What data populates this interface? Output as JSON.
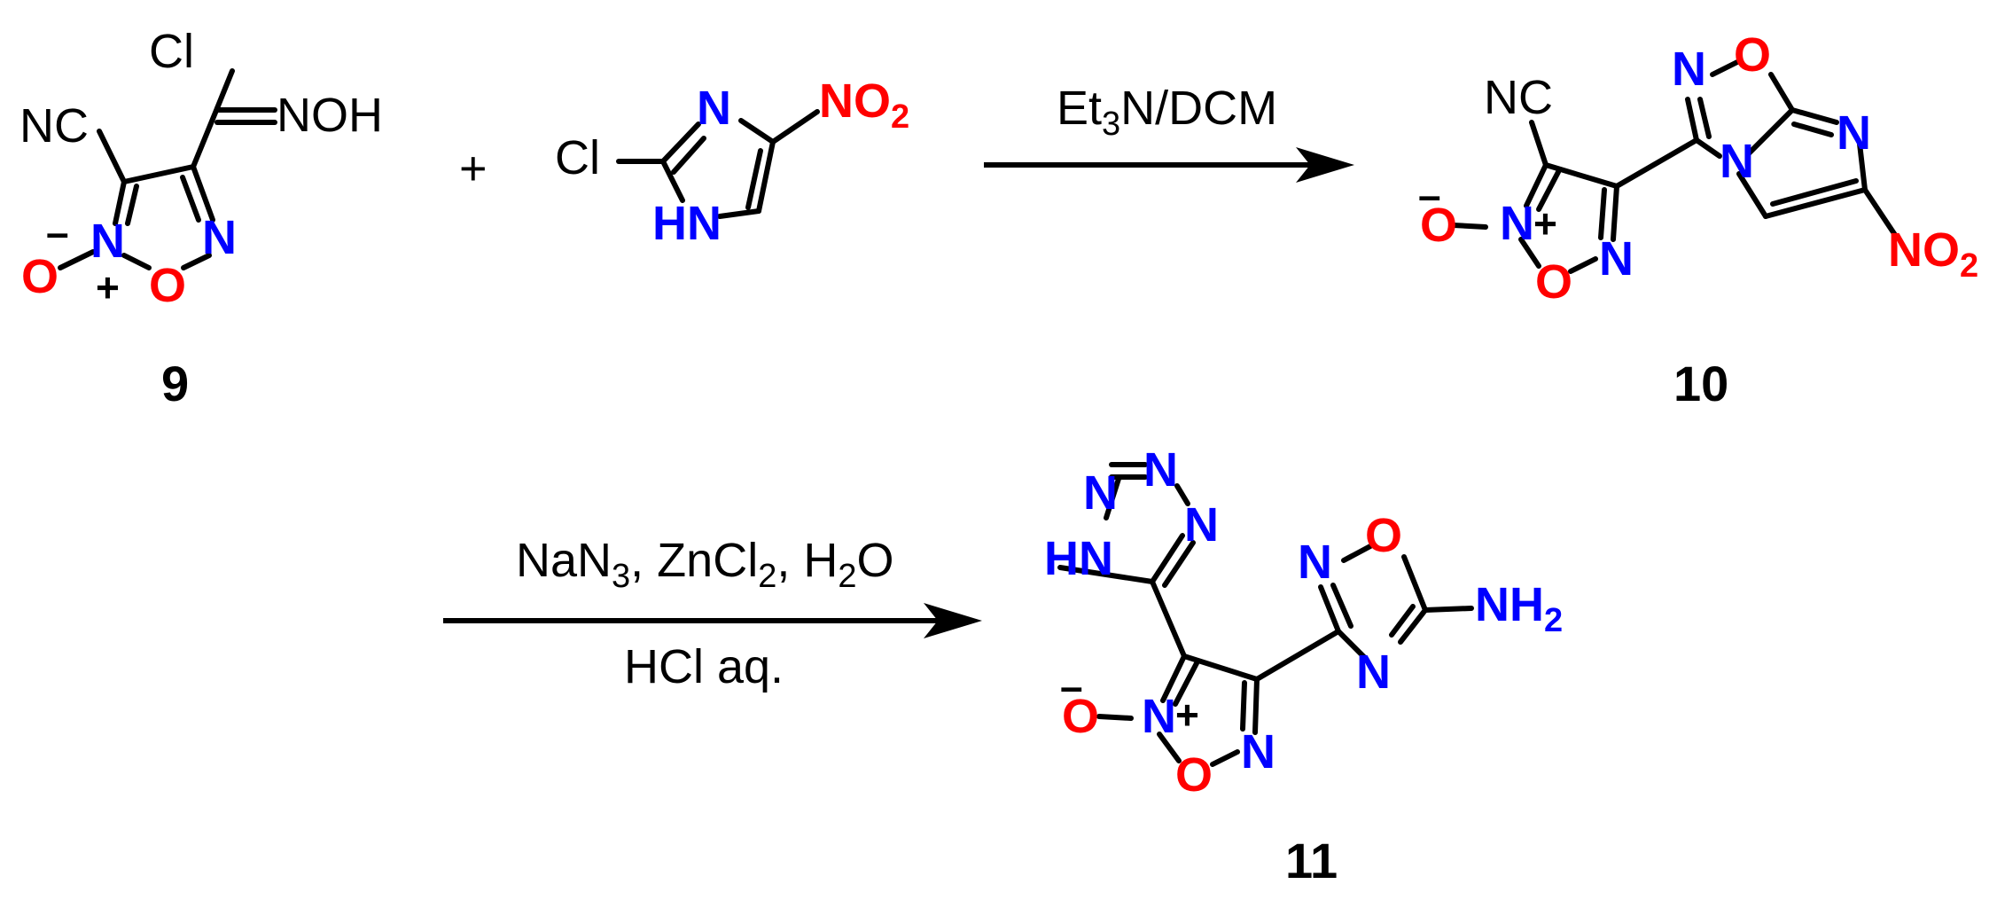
{
  "colors": {
    "oxygen": "#ff0000",
    "nitrogen": "#0000ff",
    "carbon_bonds": "#000000"
  },
  "atoms": {
    "cl": "Cl",
    "noh": "NOH",
    "nc": "NC",
    "n": "N",
    "o": "O",
    "no": "NO",
    "two": "2",
    "hn": "HN",
    "h": "H",
    "nh": "NH",
    "plus": "+",
    "minus": "–"
  },
  "plus_sign": "+",
  "reactions": [
    {
      "reagent_line1": "Et",
      "reagent_sub": "3",
      "reagent_rest": "N/DCM"
    },
    {
      "line1_parts": [
        "NaN",
        "3",
        ", ZnCl",
        "2",
        ", H",
        "2",
        "O"
      ],
      "line2": "HCl aq."
    }
  ],
  "compounds": {
    "c9": "9",
    "c10": "10",
    "c11": "11"
  }
}
